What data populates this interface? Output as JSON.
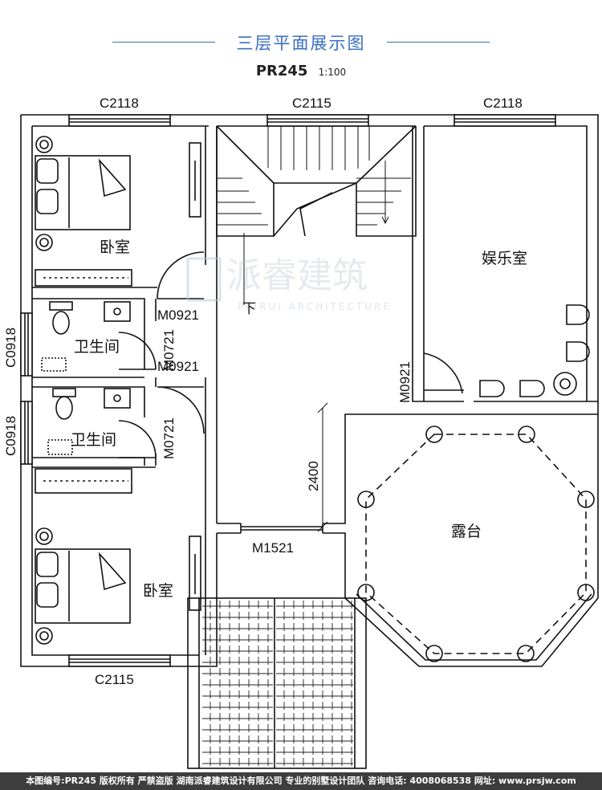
{
  "title": "三层平面展示图",
  "subtitle": {
    "code": "PR245",
    "scale": "1:100"
  },
  "labels": {
    "window_top_left": "C2118",
    "window_top_mid": "C2115",
    "window_top_right": "C2118",
    "window_bottom": "C2115",
    "window_left_1": "C0918",
    "window_left_2": "C0918",
    "door_m0921_a": "M0921",
    "door_m0921_b": "M0921",
    "door_m0921_c": "M0921",
    "door_m0721_a": "M0721",
    "door_m0721_b": "M0721",
    "door_m1521": "M1521",
    "dimension_2400": "2400",
    "stair_down": "下"
  },
  "rooms": {
    "bedroom_top": "卧室",
    "bedroom_bottom": "卧室",
    "bathroom_1": "卫生间",
    "bathroom_2": "卫生间",
    "entertainment": "娱乐室",
    "terrace": "露台"
  },
  "watermark": {
    "main": "派睿建筑",
    "sub": "PAIRUI ARCHITECTURE"
  },
  "footer": "本图编号:PR245 版权所有 严禁盗版 湖南派睿建筑设计有限公司 专业的别墅设计团队 咨询电话: 4008068538 网址: www.prsjw.com"
}
